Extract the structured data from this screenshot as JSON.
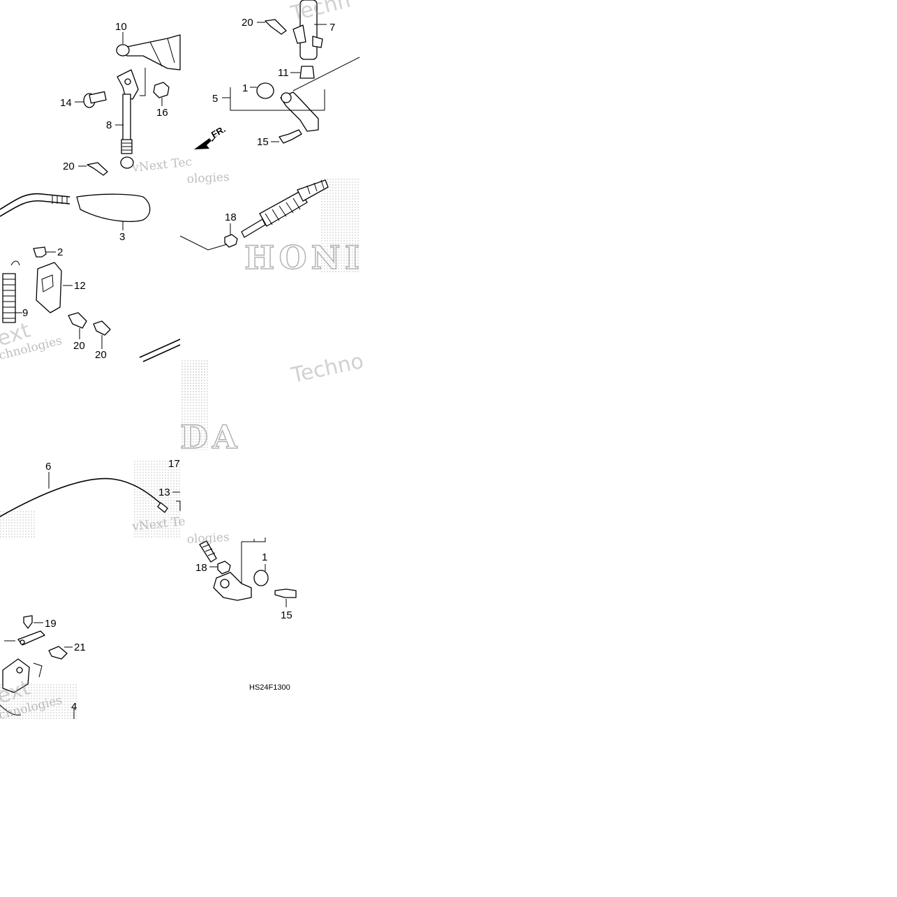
{
  "callouts": {
    "c1a": "1",
    "c1b": "1",
    "c2": "2",
    "c3": "3",
    "c4": "4",
    "c5": "5",
    "c6": "6",
    "c7": "7",
    "c8": "8",
    "c9": "9",
    "c10": "10",
    "c11": "11",
    "c12": "12",
    "c13": "13",
    "c14": "14",
    "c15a": "15",
    "c15b": "15",
    "c16": "16",
    "c17": "17",
    "c18a": "18",
    "c18b": "18",
    "c19": "19",
    "c20a": "20",
    "c20b": "20",
    "c20c": "20",
    "c20d": "20",
    "c21": "21"
  },
  "direction_label": "FR.",
  "diagram_code": "HS24F1300",
  "watermarks": {
    "vnext_1": "vNext Tec",
    "vnext_2": "vNext Te",
    "logies_1": "ologies",
    "logies_2": "ologies",
    "nologies_1": "chnologies",
    "nologies_2": "chnologies",
    "next_1": "ext",
    "next_2": "ext",
    "techno_1": "Techno",
    "techno_2": "Techn",
    "brand_1": "HONI",
    "brand_2": "DA"
  }
}
